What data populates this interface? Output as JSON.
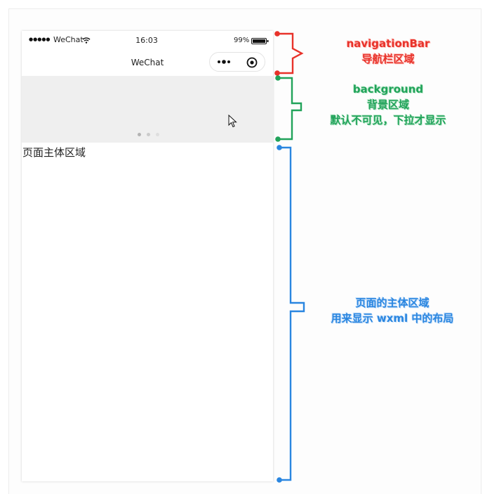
{
  "status_bar": {
    "signal": "●●●●●",
    "carrier": "WeChat",
    "time": "16:03",
    "battery": "99%"
  },
  "nav_bar": {
    "title": "WeChat",
    "more_icon": "more-dots-icon",
    "close_icon": "target-circle-icon"
  },
  "page": {
    "body_text": "页面主体区域"
  },
  "annotations": {
    "navigation": {
      "title": "navigationBar",
      "subtitle": "导航栏区域",
      "color": "#e8322a"
    },
    "background": {
      "title": "background",
      "line1": "背景区域",
      "line2": "默认不可见，下拉才显示",
      "color": "#21a35a"
    },
    "main": {
      "line1": "页面的主体区域",
      "line2": "用来显示 wxml 中的布局",
      "color": "#2a86e0"
    }
  }
}
